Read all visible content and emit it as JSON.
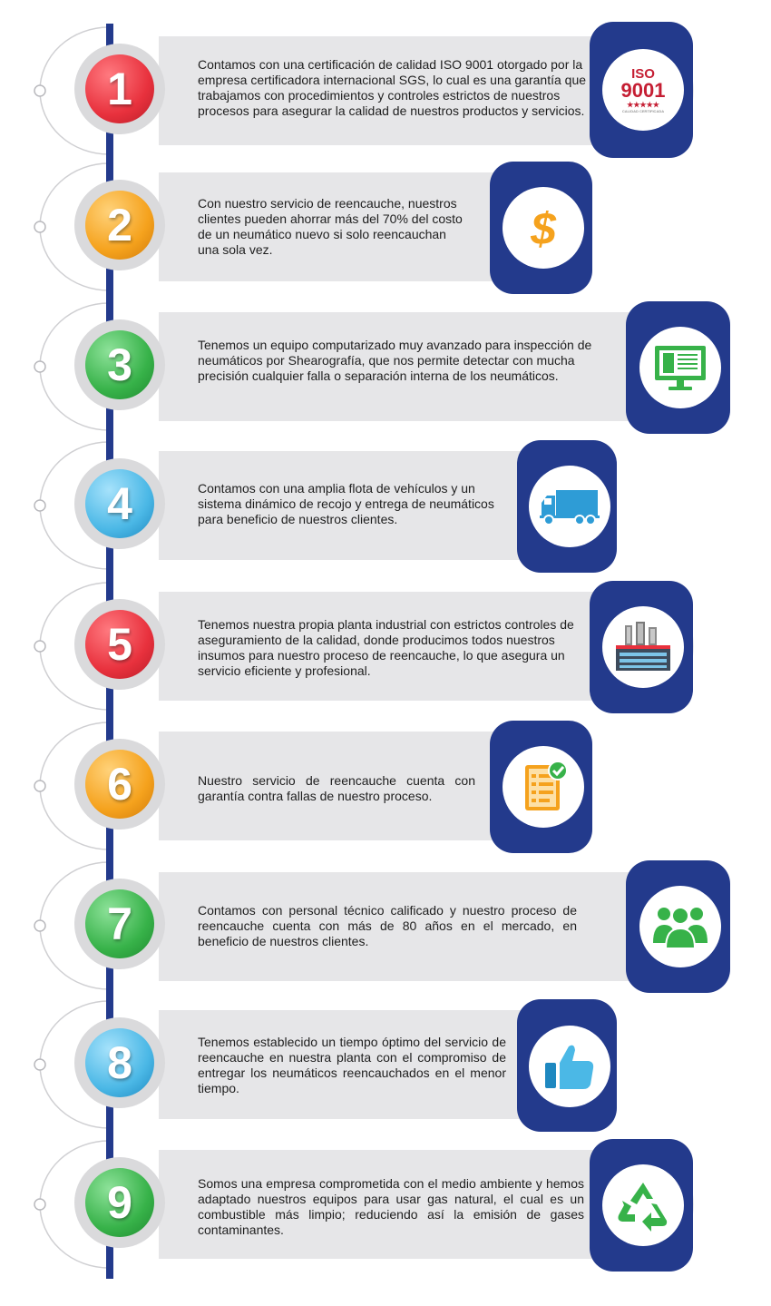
{
  "items": [
    {
      "number": "1",
      "icon": "iso-9001-badge-icon",
      "text": "Contamos con una certificación de calidad ISO 9001 otorgado por la empresa certificadora internacional SGS, lo cual es una garantía que trabajamos con procedimientos y controles estrictos de nuestros procesos para asegurar la calidad de nuestros productos y servicios."
    },
    {
      "number": "2",
      "icon": "dollar-sign-icon",
      "text": "Con nuestro servicio de reencauche, nuestros clientes pueden ahorrar más del 70% del costo de un neumático nuevo si solo reencauchan una sola vez."
    },
    {
      "number": "3",
      "icon": "computer-monitor-icon",
      "text": "Tenemos un equipo computarizado muy avanzado para inspección de neumáticos por Shearografía, que nos permite detectar con mucha precisión cualquier falla o separación interna de los neumáticos."
    },
    {
      "number": "4",
      "icon": "delivery-truck-icon",
      "text": "Contamos con una amplia flota de vehículos y un sistema dinámico de recojo y entrega de neumáticos para beneficio de nuestros clientes."
    },
    {
      "number": "5",
      "icon": "factory-building-icon",
      "text": "Tenemos nuestra propia planta industrial con estrictos controles de aseguramiento de la calidad, donde producimos todos nuestros insumos para nuestro proceso de reencauche, lo que asegura un servicio eficiente y profesional."
    },
    {
      "number": "6",
      "icon": "checklist-approved-icon",
      "text": "Nuestro servicio de reencauche cuenta con garantía contra fallas de nuestro proceso."
    },
    {
      "number": "7",
      "icon": "team-people-icon",
      "text": "Contamos con personal técnico calificado y nuestro proceso de reencauche cuenta con más de 80 años en el mercado, en beneficio de nuestros clientes."
    },
    {
      "number": "8",
      "icon": "thumbs-up-icon",
      "text": "Tenemos establecido un tiempo óptimo del servicio de reencauche en nuestra planta con el compromiso de entregar los neumáticos reencauchados en el menor tiempo."
    },
    {
      "number": "9",
      "icon": "recycle-icon",
      "text": "Somos una empresa comprometida con el medio ambiente y hemos adaptado nuestros equipos para usar gas natural, el cual es un combustible más limpio; reduciendo así la emisión de gases contaminantes."
    }
  ],
  "iso_badge": {
    "line1": "ISO",
    "line2": "9001",
    "stars": "★★★★★",
    "caption": "CALIDAD CERTIFICADA"
  },
  "colors": {
    "navy": "#233a8c",
    "card": "#e6e6e8",
    "red": "#e8313d",
    "orange": "#f5a21d",
    "green": "#37b249",
    "blue": "#4bb8e6"
  }
}
